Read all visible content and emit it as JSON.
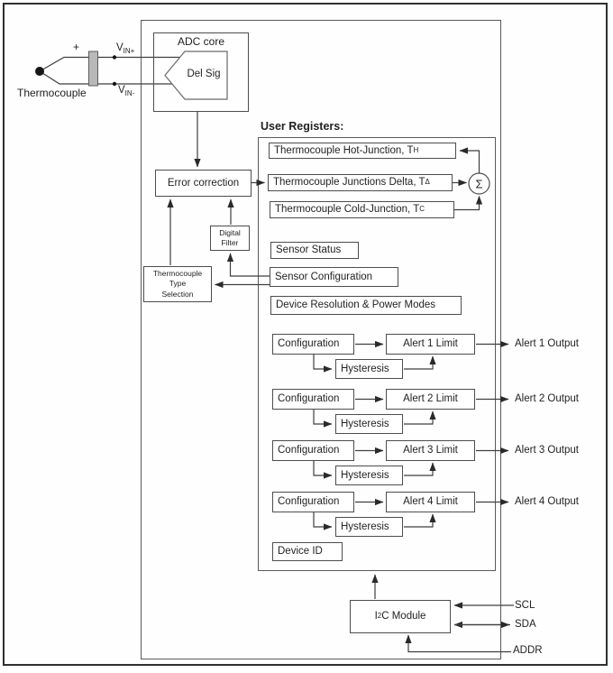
{
  "colors": {
    "line": "#3f3f3f",
    "box_border": "#4d4d4d",
    "text": "#222222",
    "connector_fill": "#b8b8b8",
    "background": "#fefefe"
  },
  "diagram": {
    "thermocouple": {
      "label": "Thermocouple",
      "plus": "+",
      "vin_plus_base": "V",
      "vin_plus_sub": "IN+",
      "vin_minus_base": "V",
      "vin_minus_sub": "IN-"
    },
    "adc": {
      "title": "ADC core",
      "modulator": "Del Sig"
    },
    "error_correction_label": "Error correction",
    "digital_filter": {
      "line1": "Digital",
      "line2": "Filter"
    },
    "type_selection": {
      "line1": "Thermocouple",
      "line2": "Type",
      "line3": "Selection"
    },
    "user_registers_title": "User Registers:",
    "registers": {
      "hot_base": "Thermocouple Hot-Junction, T",
      "hot_sub": "H",
      "delta_base": "Thermocouple Junctions Delta, T",
      "delta_sub": "Δ",
      "cold_base": "Thermocouple Cold-Junction, T",
      "cold_sub": "C",
      "sensor_status": "Sensor Status",
      "sensor_configuration": "Sensor Configuration",
      "device_resolution": "Device Resolution & Power Modes",
      "device_id": "Device ID"
    },
    "summation_symbol": "Σ",
    "alerts": [
      {
        "configuration": "Configuration",
        "limit": "Alert 1 Limit",
        "hysteresis": "Hysteresis",
        "output": "Alert 1 Output"
      },
      {
        "configuration": "Configuration",
        "limit": "Alert 2 Limit",
        "hysteresis": "Hysteresis",
        "output": "Alert 2 Output"
      },
      {
        "configuration": "Configuration",
        "limit": "Alert 3 Limit",
        "hysteresis": "Hysteresis",
        "output": "Alert 3 Output"
      },
      {
        "configuration": "Configuration",
        "limit": "Alert 4 Limit",
        "hysteresis": "Hysteresis",
        "output": "Alert 4 Output"
      }
    ],
    "i2c": {
      "pre": "I",
      "sup": "2",
      "post": "C Module"
    },
    "pins": {
      "scl": "SCL",
      "sda": "SDA",
      "addr": "ADDR"
    }
  }
}
